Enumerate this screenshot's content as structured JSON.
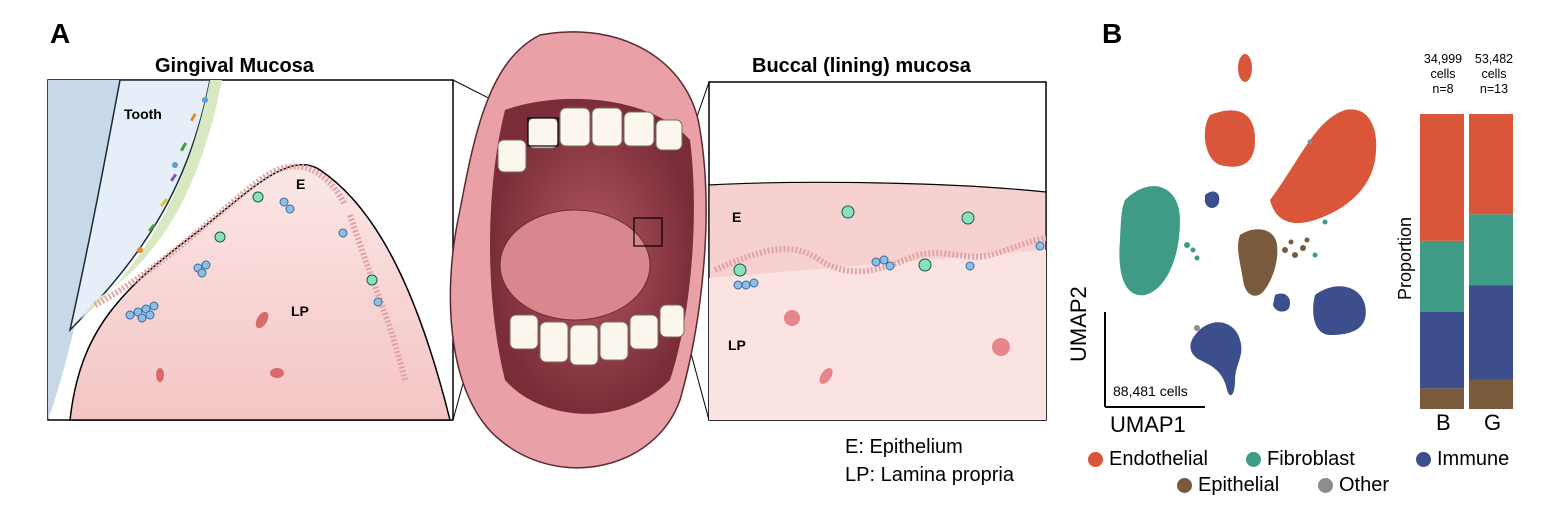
{
  "panel_a": {
    "letter": "A",
    "gingival_title": "Gingival Mucosa",
    "buccal_title": "Buccal (lining) mucosa",
    "tooth_label": "Tooth",
    "gingival_e_label": "E",
    "gingival_lp_label": "LP",
    "buccal_e_label": "E",
    "buccal_lp_label": "LP",
    "legend": [
      "E: Epithelium",
      "LP: Lamina propria"
    ]
  },
  "panel_b": {
    "letter": "B",
    "umap": {
      "x_label": "UMAP1",
      "y_label": "UMAP2",
      "total_cells": "88,481 cells"
    },
    "proportion_label": "Proportion",
    "groups": [
      {
        "label": "B",
        "cells": "34,999",
        "cells_word": "cells",
        "n": "n=8"
      },
      {
        "label": "G",
        "cells": "53,482",
        "cells_word": "cells",
        "n": "n=13"
      }
    ],
    "cell_types": [
      {
        "name": "Endothelial",
        "color": "#d9563a"
      },
      {
        "name": "Fibroblast",
        "color": "#3f9b86"
      },
      {
        "name": "Immune",
        "color": "#3c4f8c"
      },
      {
        "name": "Epithelial",
        "color": "#7a5a3c"
      },
      {
        "name": "Other",
        "color": "#8c8c8c"
      }
    ]
  },
  "chart_data": {
    "type": "bar",
    "stacked": true,
    "categories": [
      "B",
      "G"
    ],
    "ylabel": "Proportion",
    "ylim": [
      0,
      1
    ],
    "series": [
      {
        "name": "Epithelial",
        "values": [
          0.07,
          0.1
        ]
      },
      {
        "name": "Immune",
        "values": [
          0.26,
          0.32
        ]
      },
      {
        "name": "Fibroblast",
        "values": [
          0.24,
          0.24
        ]
      },
      {
        "name": "Endothelial",
        "values": [
          0.43,
          0.34
        ]
      }
    ]
  }
}
